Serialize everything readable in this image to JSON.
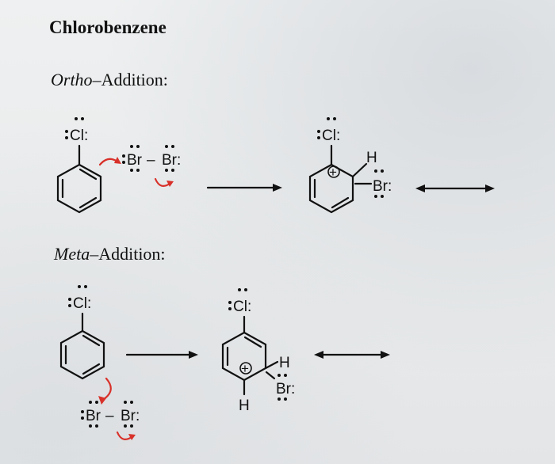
{
  "heading": "Chlorobenzene",
  "ortho": {
    "prefix": "Ortho",
    "suffix": "–Addition:"
  },
  "meta": {
    "prefix": "Meta",
    "suffix": "–Addition:"
  },
  "atoms": {
    "cl": "Cl:",
    "br": "Br",
    "br_colon": "Br:",
    "dash": "–",
    "h": "H",
    "plus": "+"
  }
}
